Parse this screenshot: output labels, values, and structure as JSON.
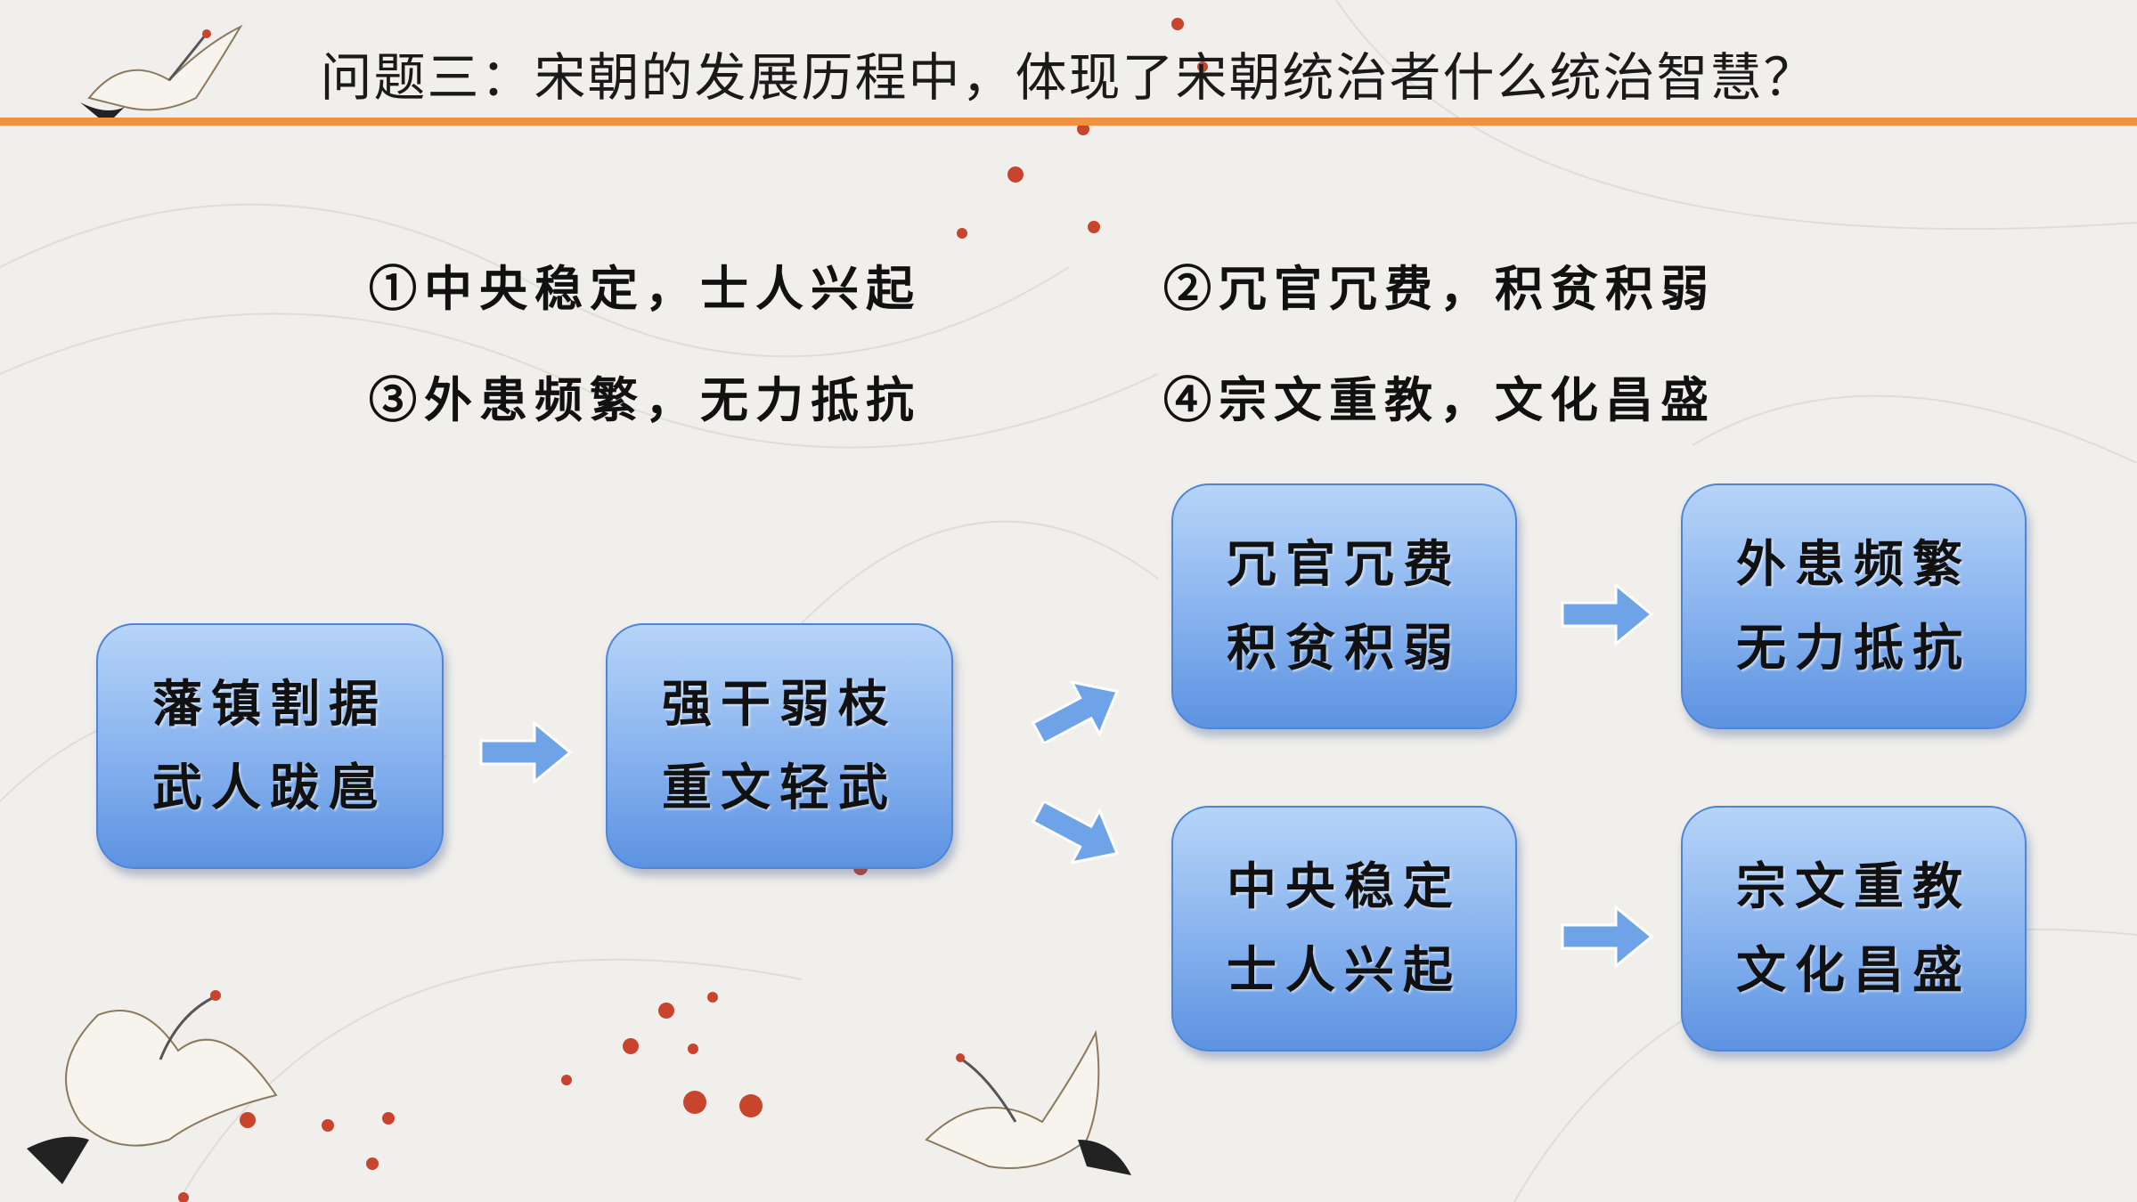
{
  "title": "问题三：宋朝的发展历程中，体现了宋朝统治者什么统治智慧？",
  "options": [
    "①中央稳定，士人兴起",
    "②冗官冗费，积贫积弱",
    "③外患频繁，无力抵抗",
    "④宗文重教，文化昌盛"
  ],
  "flow": {
    "box1": {
      "line1": "藩镇割据",
      "line2": "武人跋扈"
    },
    "box2": {
      "line1": "强干弱枝",
      "line2": "重文轻武"
    },
    "box3": {
      "line1": "冗官冗费",
      "line2": "积贫积弱"
    },
    "box4": {
      "line1": "外患频繁",
      "line2": "无力抵抗"
    },
    "box5": {
      "line1": "中央稳定",
      "line2": "士人兴起"
    },
    "box6": {
      "line1": "宗文重教",
      "line2": "文化昌盛"
    }
  },
  "colors": {
    "accent_rule": "#f2913d",
    "box_top": "#b7d4f8",
    "box_bottom": "#5d93e2",
    "arrow": "#6fa3e8",
    "dots": "#c8442c"
  },
  "decorations": [
    "crane-top-left",
    "crane-bottom-left",
    "crane-bottom-center",
    "red-dots"
  ]
}
